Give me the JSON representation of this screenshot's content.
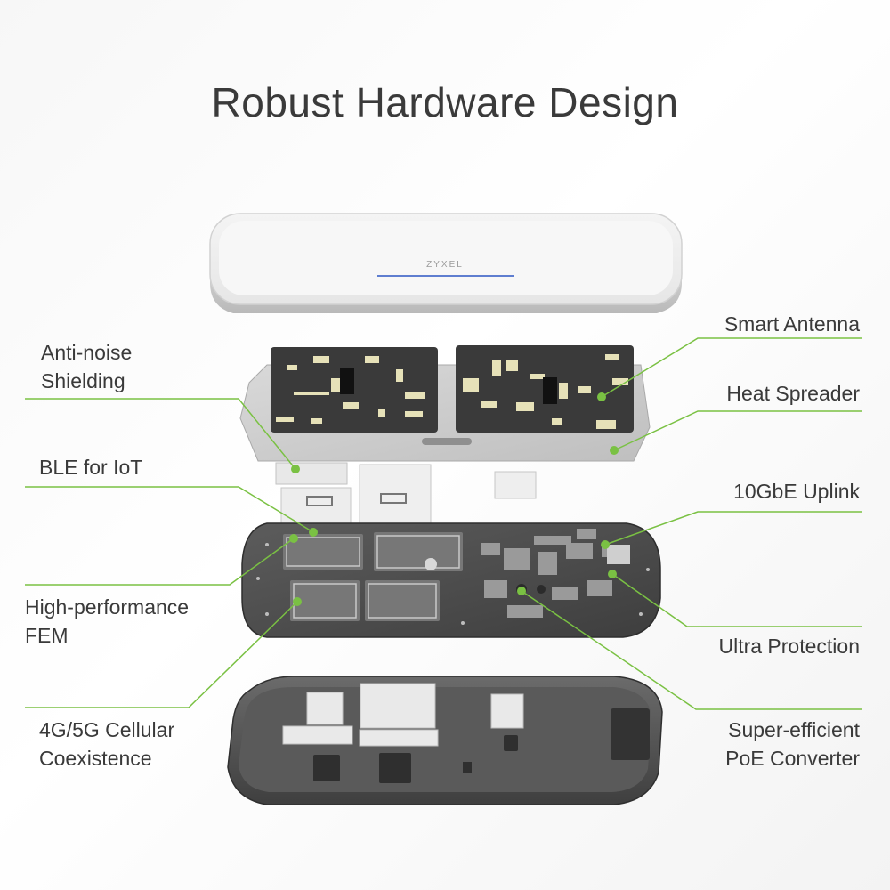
{
  "title": "Robust Hardware Design",
  "brand_logo": "ZYXEL",
  "accent_color": "#7ac143",
  "labels": {
    "anti_noise": [
      "Anti-noise",
      "Shielding"
    ],
    "ble": "BLE for IoT",
    "fem": [
      "High-performance",
      "FEM"
    ],
    "cellular": [
      "4G/5G Cellular",
      "Coexistence"
    ],
    "smart_antenna": "Smart Antenna",
    "heat_spreader": "Heat Spreader",
    "uplink": "10GbE Uplink",
    "ultra_protection": "Ultra Protection",
    "poe": [
      "Super-efficient",
      "PoE Converter"
    ]
  }
}
